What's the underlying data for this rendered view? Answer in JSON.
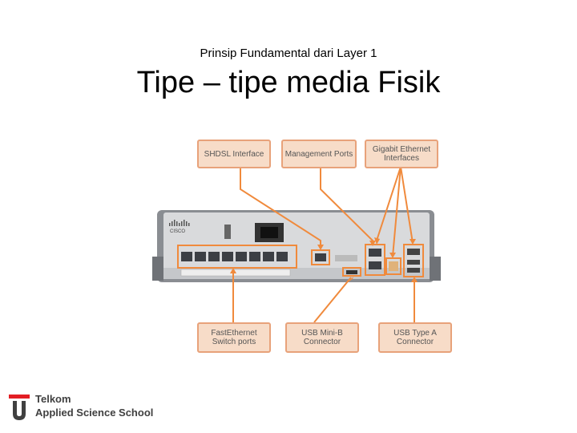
{
  "slide": {
    "subtitle": "Prinsip Fundamental dari Layer 1",
    "title": "Tipe – tipe media Fisik"
  },
  "callouts": {
    "shdsl": "SHDSL Interface",
    "management": "Management Ports",
    "gigabit": "Gigabit Ethernet Interfaces",
    "fastethernet": "FastEthernet Switch ports",
    "usb_mini": "USB Mini-B Connector",
    "usb_a": "USB Type A Connector"
  },
  "device": {
    "brand": "CISCO"
  },
  "logo": {
    "line1": "Telkom",
    "line2": "Applied Science School",
    "colors": {
      "red": "#e31e24",
      "gray": "#404040"
    }
  },
  "colors": {
    "callout_fill": "#f7dcc8",
    "callout_border": "#e8a27a",
    "highlight": "#f08a3c"
  }
}
